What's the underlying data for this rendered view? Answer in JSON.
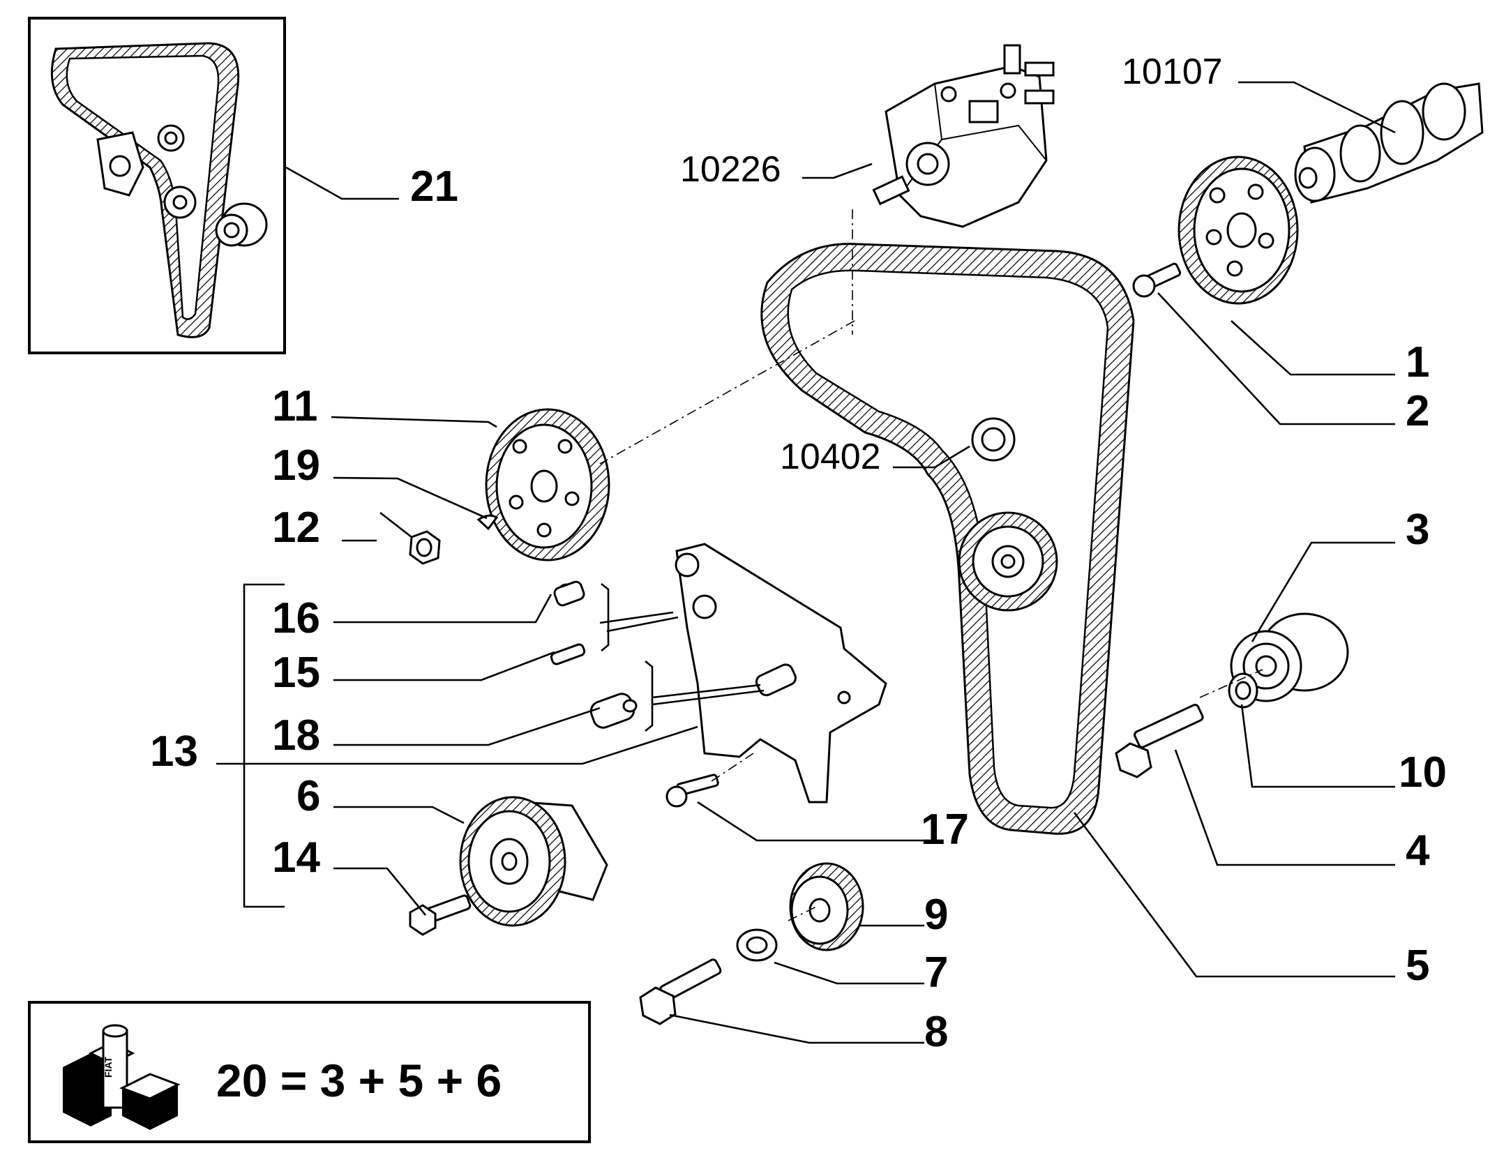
{
  "callouts": {
    "c1": "1",
    "c2": "2",
    "c3": "3",
    "c4": "4",
    "c5": "5",
    "c6": "6",
    "c7": "7",
    "c8": "8",
    "c9": "9",
    "c10": "10",
    "c11": "11",
    "c12": "12",
    "c13": "13",
    "c14": "14",
    "c15": "15",
    "c16": "16",
    "c17": "17",
    "c18": "18",
    "c19": "19",
    "c21": "21"
  },
  "codes": {
    "k10107": "10107",
    "k10226": "10226",
    "k10402": "10402"
  },
  "kit": {
    "formula": "20 = 3 + 5 + 6",
    "logo_text": "FIAT"
  },
  "colors": {
    "ink": "#000000",
    "paper": "#ffffff"
  }
}
